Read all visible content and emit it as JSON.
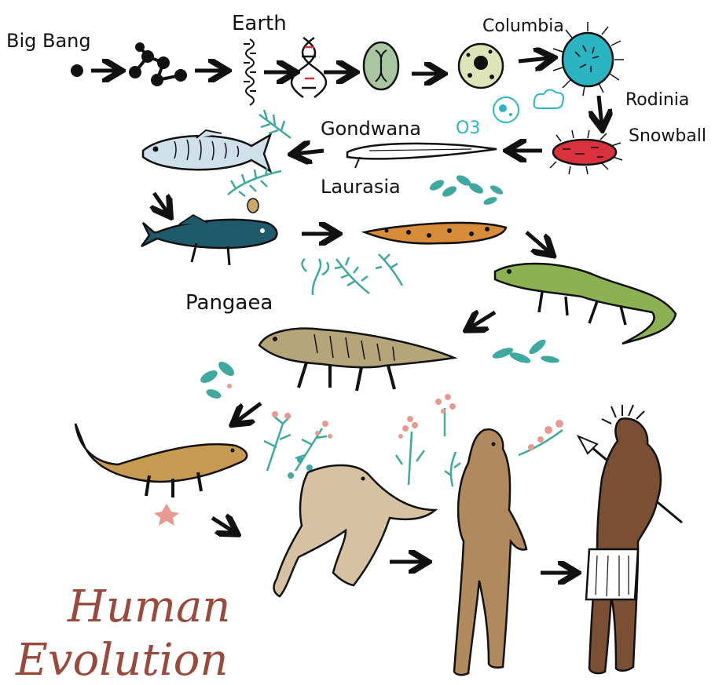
{
  "labels": {
    "big_bang": "Big Bang",
    "earth": "Earth",
    "columbia": "Columbia",
    "rodinia": "Rodinia",
    "snowball": "Snowball",
    "gondwana": "Gondwana",
    "o3": "O3",
    "laurasia": "Laurasia",
    "pangaea": "Pangaea"
  },
  "title": {
    "line1": "Human",
    "line2": "Evolution"
  },
  "colors": {
    "ink": "#111111",
    "title": "#9a4a3c",
    "cell_green": "#a8c7a0",
    "cell_yellow": "#dfe3b8",
    "cyan": "#2bb5c3",
    "red": "#d8323e",
    "fish_light": "#cfe0ea",
    "fish_dark": "#1f5a6a",
    "orange": "#d88b38",
    "lizard": "#8cb153",
    "reptile": "#b7a57a",
    "mammal": "#c79a52",
    "ape": "#d6c2a2",
    "hominid": "#b08a5d",
    "human": "#7a4f33",
    "plant_teal": "#3fa9a0",
    "flower_pink": "#e79a8f"
  }
}
